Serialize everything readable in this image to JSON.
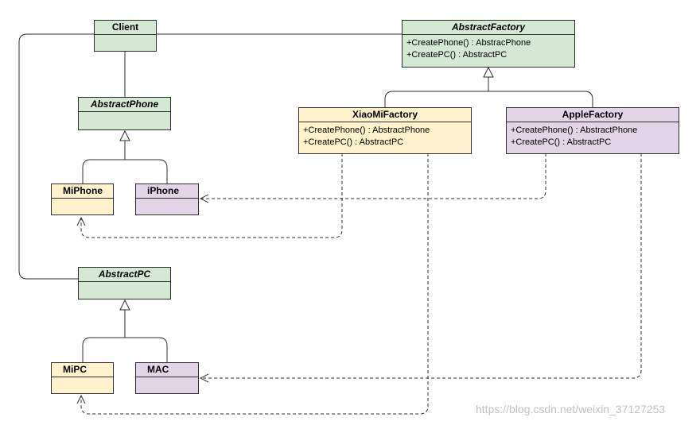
{
  "classes": {
    "client": {
      "name": "Client"
    },
    "abstract_factory": {
      "name": "AbstractFactory",
      "ops": [
        "+CreatePhone() : AbstracPhone",
        "+CreatePC() : AbstractPC"
      ]
    },
    "xiaomi_factory": {
      "name": "XiaoMiFactory",
      "ops": [
        "+CreatePhone() : AbstractPhone",
        "+CreatePC() : AbstractPC"
      ]
    },
    "apple_factory": {
      "name": "AppleFactory",
      "ops": [
        "+CreatePhone() : AbstractPhone",
        "+CreatePC() : AbstractPC"
      ]
    },
    "abstract_phone": {
      "name": "AbstractPhone"
    },
    "miphone": {
      "name": "MiPhone"
    },
    "iphone": {
      "name": "iPhone"
    },
    "abstract_pc": {
      "name": "AbstractPC"
    },
    "mipc": {
      "name": "MiPC"
    },
    "mac": {
      "name": "MAC"
    }
  },
  "colors": {
    "abstract": "#d5e8d4",
    "xiaomi": "#fff2cc",
    "apple": "#e1d5e7",
    "stroke": "#2e2e2e"
  },
  "watermark": "https://blog.csdn.net/weixin_37127253"
}
